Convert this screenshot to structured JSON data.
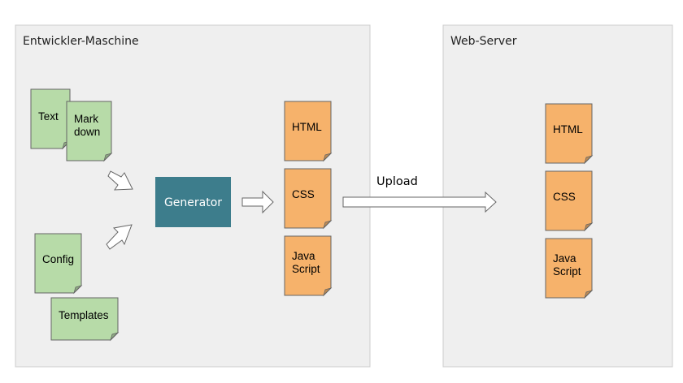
{
  "colors": {
    "panel_fill": "#efefef",
    "panel_stroke": "#cccccc",
    "source_doc_fill": "#b7dba8",
    "output_doc_fill": "#f6b26b",
    "generator_fill": "#3d7d8c",
    "arrow_fill": "#ffffff",
    "arrow_stroke": "#666666"
  },
  "left_panel": {
    "title": "Entwickler-Maschine"
  },
  "right_panel": {
    "title": "Web-Server"
  },
  "sources": {
    "text": [
      "Text"
    ],
    "markdown": [
      "Mark",
      "down"
    ],
    "config": [
      "Config"
    ],
    "templates": [
      "Templates"
    ]
  },
  "generator": {
    "label": "Generator"
  },
  "outputs": {
    "html": [
      "HTML"
    ],
    "css": [
      "CSS"
    ],
    "javascript": [
      "Java",
      "Script"
    ]
  },
  "upload": {
    "label": "Upload"
  },
  "server_files": {
    "html": [
      "HTML"
    ],
    "css": [
      "CSS"
    ],
    "javascript": [
      "Java",
      "Script"
    ]
  }
}
